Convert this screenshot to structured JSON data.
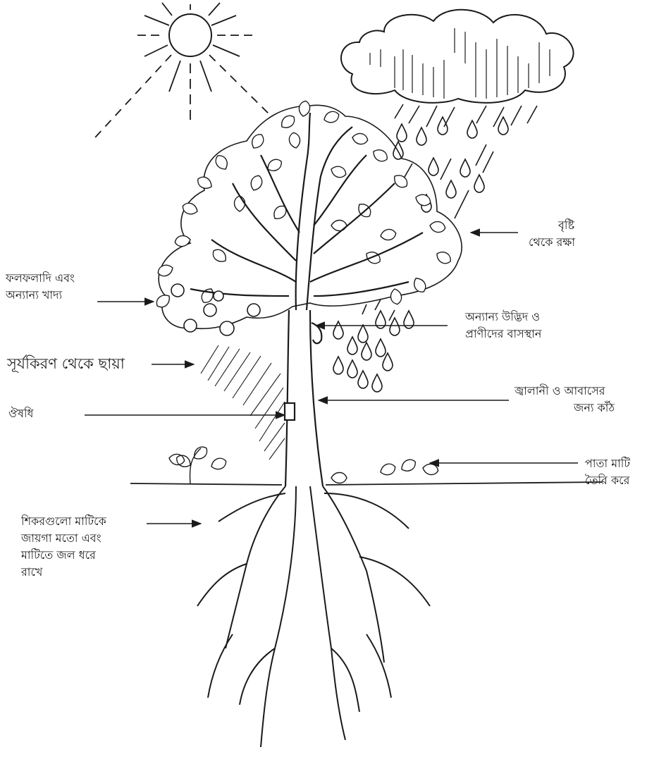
{
  "labels": {
    "rain_protection": [
      "বৃষ্টি",
      "থেকে রক্ষা"
    ],
    "fruits_food": [
      "ফলফলাদি এবং",
      "অন্যান্য খাদ্য"
    ],
    "habitat": [
      "অন্যান্য উদ্ভিদ ও",
      "প্রাণীদের বাসস্থান"
    ],
    "shade": [
      "সূর্যকিরণ থেকে ছায়া"
    ],
    "fuel_wood": [
      "জ্বালানী ও আবাসের",
      "জন্য কাঁঠ"
    ],
    "medicine": [
      "ঔষধি"
    ],
    "soil_making": [
      "পাতা মাটি",
      "তৈরি করে"
    ],
    "roots": [
      "শিকরগুলো মাটিকে",
      "জায়গা মতো এবং",
      "মাটিতে জল ধরে",
      "রাখে"
    ]
  },
  "colors": {
    "ink": "#1a1a1a",
    "background": "#ffffff"
  },
  "icons": [
    "sun-icon",
    "cloud-icon",
    "raindrop-icon",
    "tree-icon",
    "roots-icon",
    "leaf-icon"
  ]
}
